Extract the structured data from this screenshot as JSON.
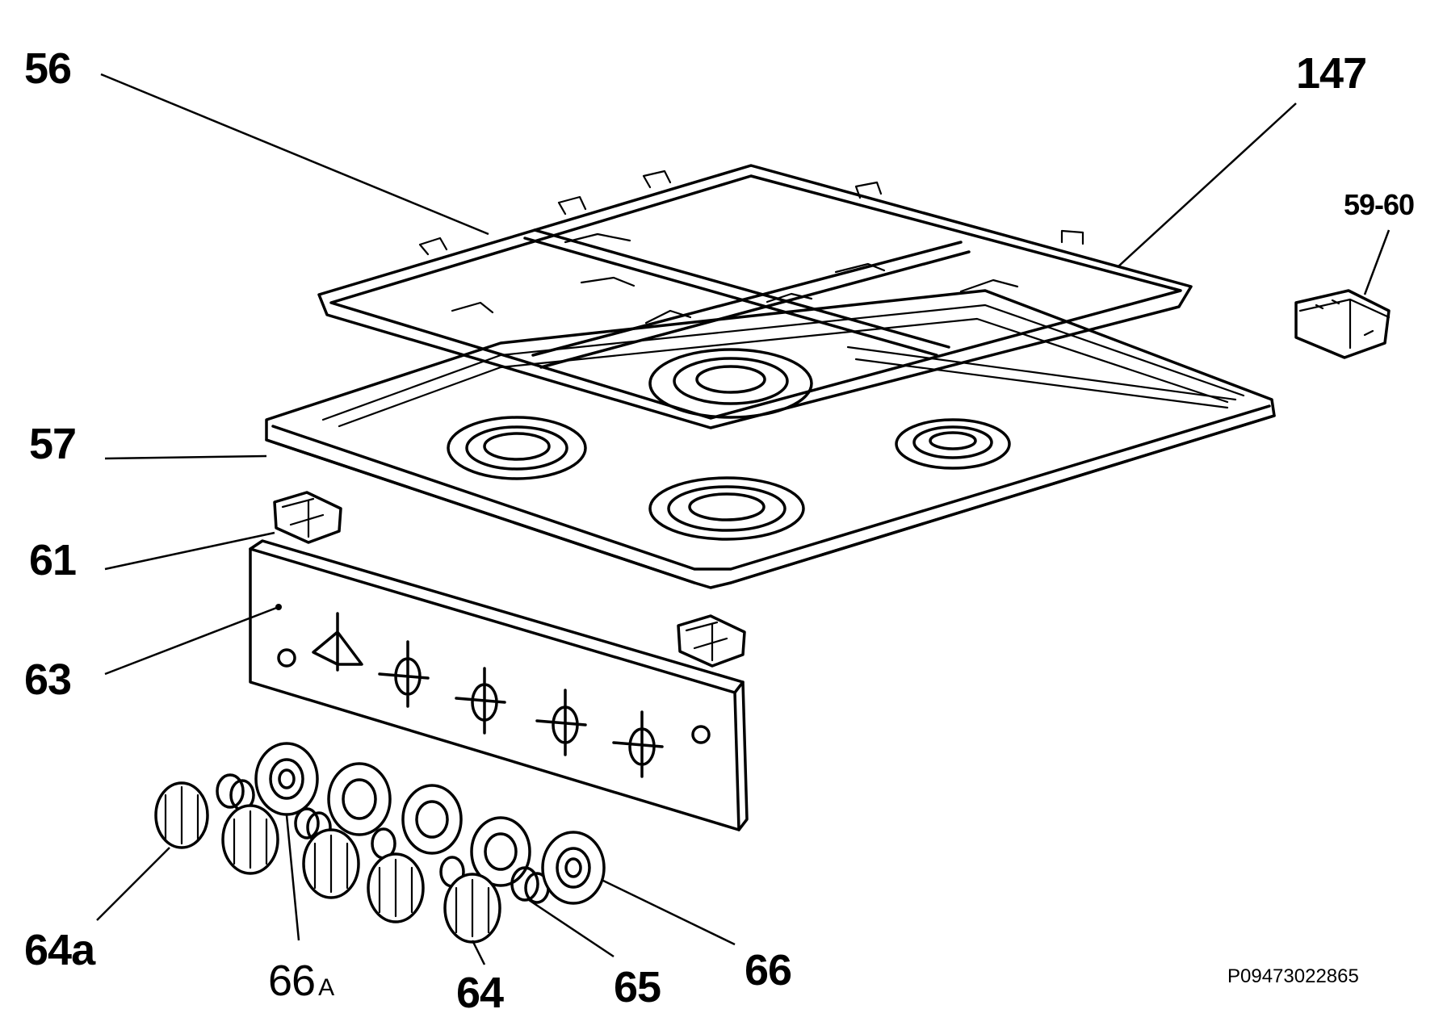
{
  "diagram": {
    "callouts": {
      "grid": "56",
      "grid_right": "147",
      "switch": "59-60",
      "hob_top": "57",
      "injector": "61",
      "control_panel": "63",
      "knob_left": "64a",
      "bezel_a_number": "66",
      "bezel_a_suffix": "A",
      "knob": "64",
      "spring": "65",
      "bezel": "66"
    },
    "drawing_code": "P09473022865"
  }
}
